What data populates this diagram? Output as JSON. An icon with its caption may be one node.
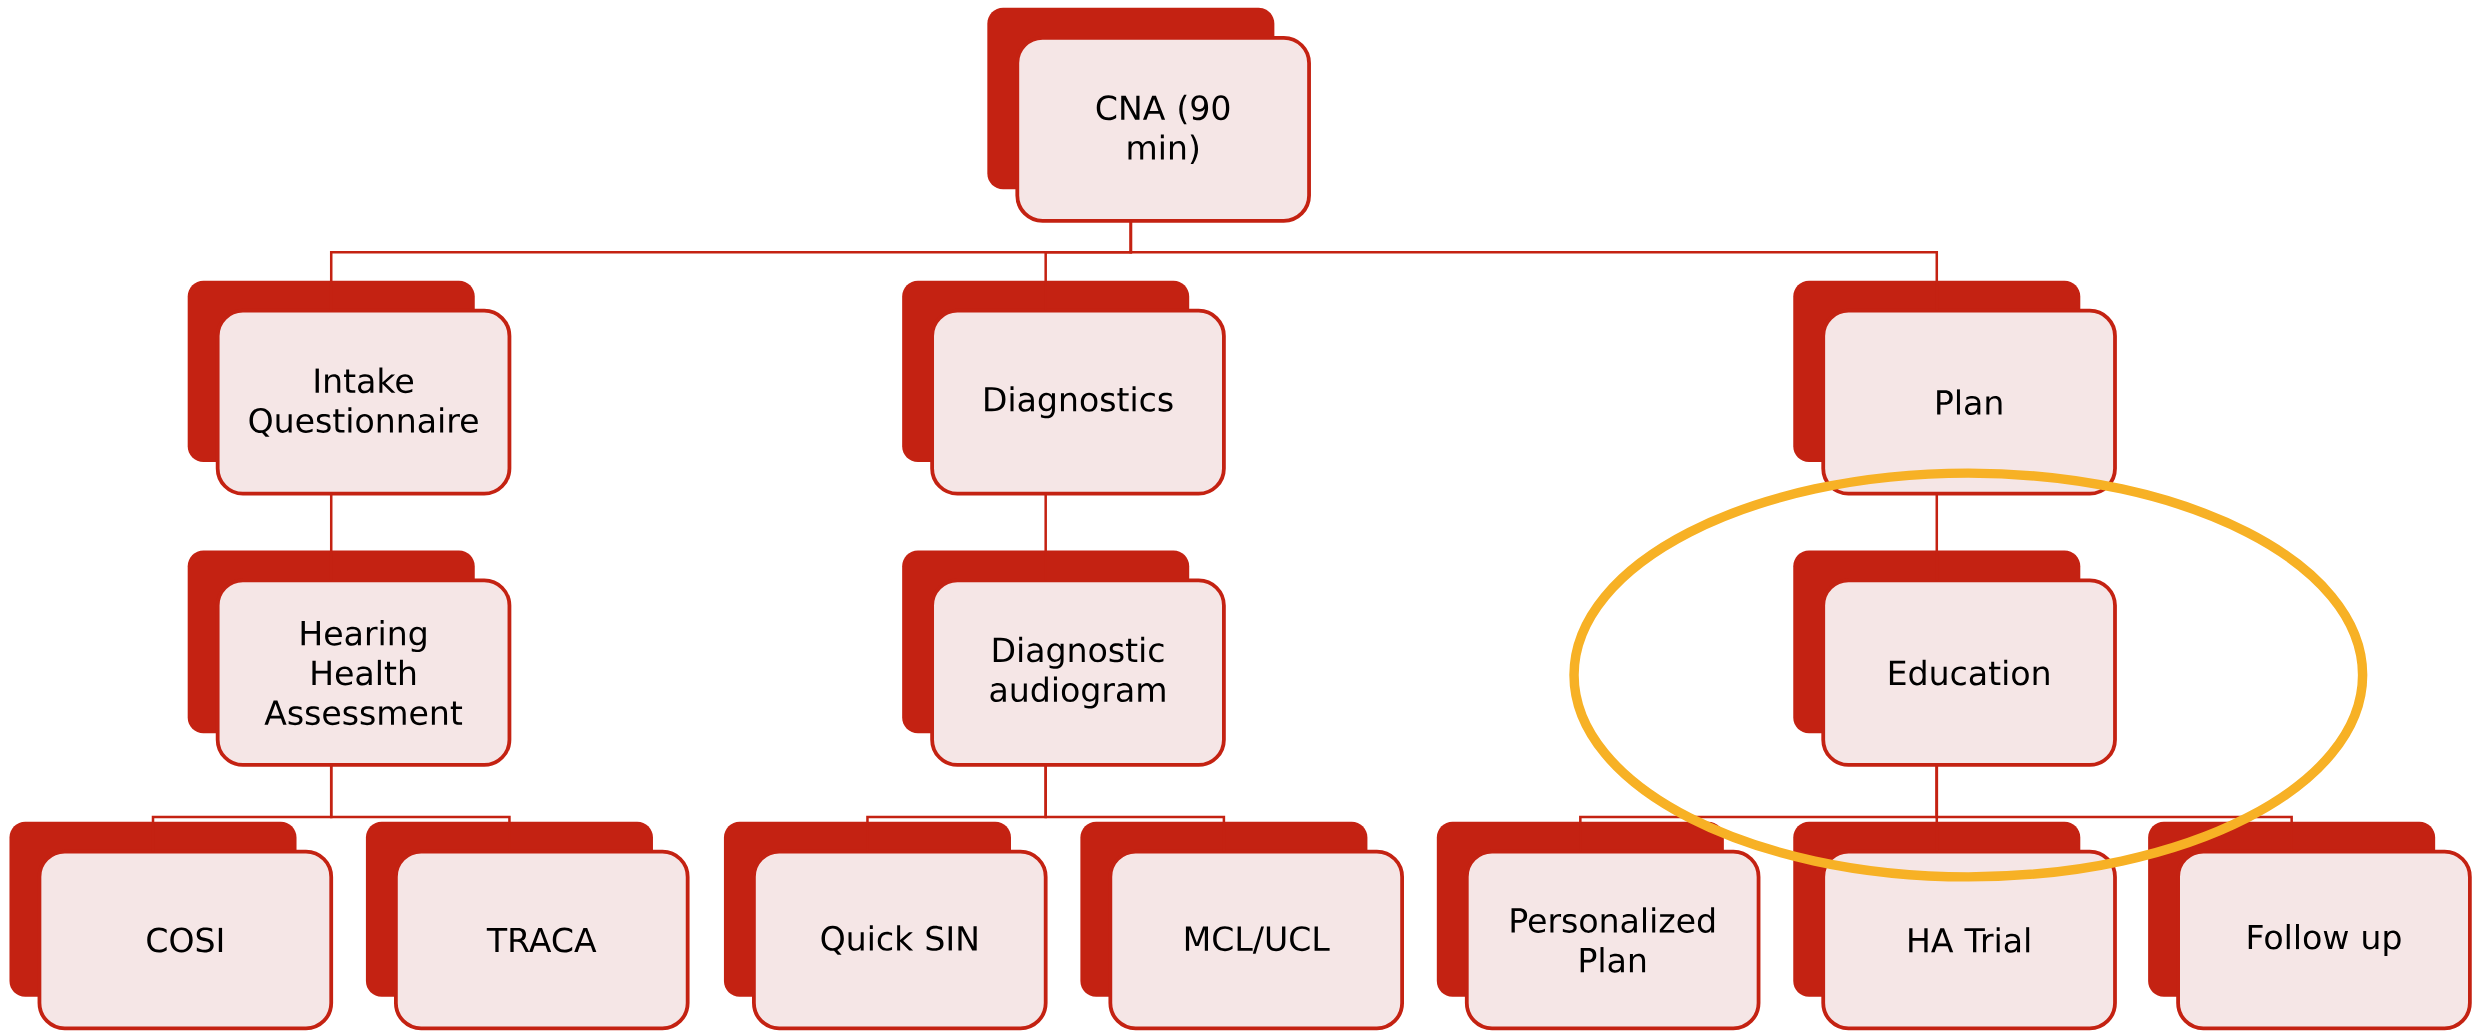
{
  "diagram": {
    "nodes": [
      {
        "text": [
          "CNA (90 min)"
        ]
      },
      {
        "text": [
          "Intake Questionnaire"
        ]
      },
      {
        "text": [
          "Diagnostics"
        ]
      },
      {
        "text": [
          "Plan"
        ]
      },
      {
        "text": [
          "Hearing Health Assessment"
        ]
      },
      {
        "text": [
          "Diagnostic audiogram"
        ]
      },
      {
        "text": [
          "Education"
        ]
      },
      {
        "text": [
          "COSI"
        ]
      },
      {
        "text": [
          "TRACA"
        ]
      },
      {
        "text": [
          "Quick SIN"
        ]
      },
      {
        "text": [
          "MCL/UCL"
        ]
      },
      {
        "text": [
          "Personalized Plan"
        ]
      },
      {
        "text": [
          "HA Trial"
        ]
      },
      {
        "text": [
          "Follow up"
        ]
      }
    ],
    "edges": [
      {
        "from": 0,
        "to": 1,
        "arrow": "none"
      },
      {
        "from": 0,
        "to": 2,
        "arrow": "none"
      },
      {
        "from": 0,
        "to": 3,
        "arrow": "none"
      },
      {
        "from": 1,
        "to": 4,
        "arrow": "none"
      },
      {
        "from": 2,
        "to": 5,
        "arrow": "none"
      },
      {
        "from": 3,
        "to": 6,
        "arrow": "none"
      },
      {
        "from": 4,
        "to": 7,
        "arrow": "none"
      },
      {
        "from": 4,
        "to": 8,
        "arrow": "none"
      },
      {
        "from": 5,
        "to": 9,
        "arrow": "none"
      },
      {
        "from": 5,
        "to": 10,
        "arrow": "none"
      },
      {
        "from": 6,
        "to": 11,
        "arrow": "none"
      },
      {
        "from": 6,
        "to": 12,
        "arrow": "none"
      },
      {
        "from": 6,
        "to": 13,
        "arrow": "none"
      }
    ]
  }
}
